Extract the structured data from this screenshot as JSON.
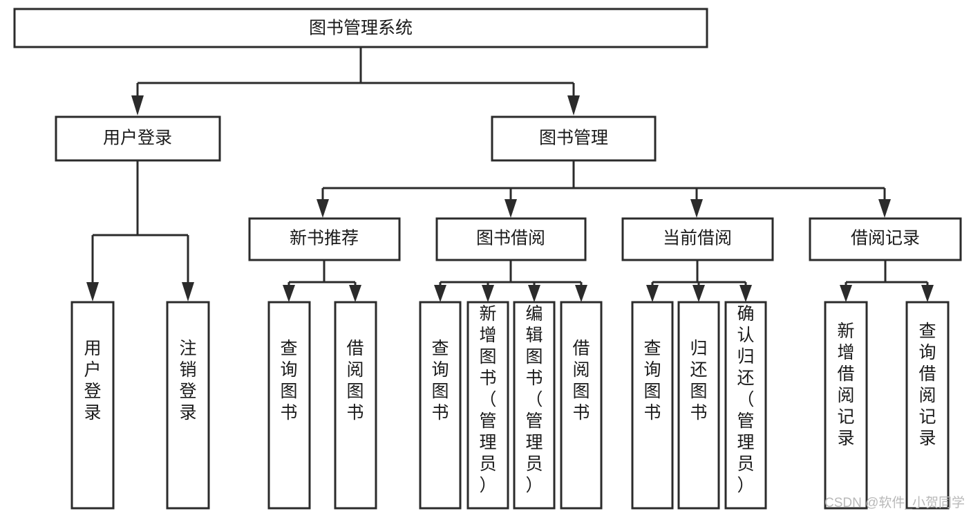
{
  "diagram": {
    "title": "图书管理系统",
    "type": "hierarchy-tree",
    "root": {
      "id": "root",
      "label": "图书管理系统"
    },
    "level2": [
      {
        "id": "user-login",
        "label": "用户登录"
      },
      {
        "id": "book-manage",
        "label": "图书管理"
      }
    ],
    "level3": [
      {
        "id": "new-book-rec",
        "label": "新书推荐",
        "parent": "book-manage"
      },
      {
        "id": "book-borrow",
        "label": "图书借阅",
        "parent": "book-manage"
      },
      {
        "id": "current-borrow",
        "label": "当前借阅",
        "parent": "book-manage"
      },
      {
        "id": "borrow-record",
        "label": "借阅记录",
        "parent": "book-manage"
      }
    ],
    "leaves": {
      "user-login": [
        {
          "id": "leaf-user-login",
          "label": "用户登录"
        },
        {
          "id": "leaf-user-logout",
          "label": "注销登录"
        }
      ],
      "new-book-rec": [
        {
          "id": "leaf-query-book-1",
          "label": "查询图书"
        },
        {
          "id": "leaf-borrow-book-1",
          "label": "借阅图书"
        }
      ],
      "book-borrow": [
        {
          "id": "leaf-query-book-2",
          "label": "查询图书"
        },
        {
          "id": "leaf-add-book",
          "label": "新增图书（管理员）"
        },
        {
          "id": "leaf-edit-book",
          "label": "编辑图书（管理员）"
        },
        {
          "id": "leaf-borrow-book-2",
          "label": "借阅图书"
        }
      ],
      "current-borrow": [
        {
          "id": "leaf-query-book-3",
          "label": "查询图书"
        },
        {
          "id": "leaf-return-book",
          "label": "归还图书"
        },
        {
          "id": "leaf-confirm-return",
          "label": "确认归还（管理员）"
        }
      ],
      "borrow-record": [
        {
          "id": "leaf-add-record",
          "label": "新增借阅记录"
        },
        {
          "id": "leaf-query-record",
          "label": "查询借阅记录"
        }
      ]
    },
    "colors": {
      "box_stroke": "#2b2b2b",
      "box_fill": "#ffffff",
      "text": "#1a1a1a",
      "connector": "#2b2b2b",
      "watermark": "#b9b9b9",
      "background": "#ffffff"
    }
  },
  "watermark": {
    "text": "CSDN @软件_小贺同学"
  }
}
